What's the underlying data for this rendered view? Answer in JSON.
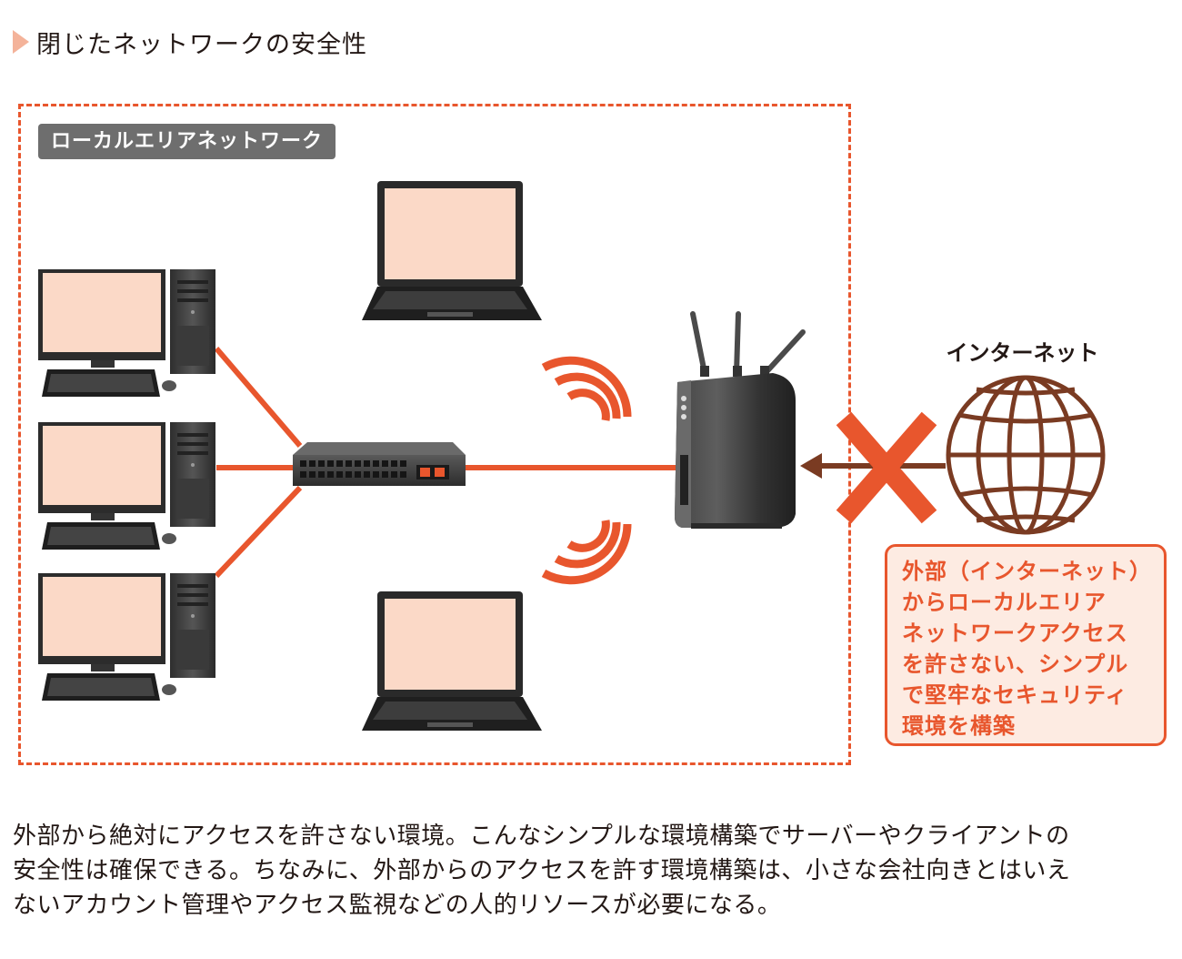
{
  "header": {
    "title": "閉じたネットワークの安全性"
  },
  "lan": {
    "label": "ローカルエリアネットワーク"
  },
  "internet": {
    "label": "インターネット"
  },
  "callout": {
    "lines": [
      "外部（インターネット）",
      "からローカルエリア",
      "ネットワークアクセス",
      "を許さない、シンプル",
      "で堅牢なセキュリティ",
      "環境を構築"
    ]
  },
  "body": {
    "lines": [
      "外部から絶対にアクセスを許さない環境。こんなシンプルな環境構築でサーバーやクライアントの",
      "安全性は確保できる。ちなみに、外部からのアクセスを許す環境構築は、小さな会社向きとはいえ",
      "ないアカウント管理やアクセス監視などの人的リソースが必要になる。"
    ]
  },
  "colors": {
    "accent": "#e8562d",
    "screen": "#fbd9c7",
    "globe": "#7a3b22",
    "device": "#3a3a3a",
    "label_bg": "#6e6e6e",
    "callout_bg": "#fdebe2",
    "marker": "#f4b39a"
  },
  "icons": [
    "triangle-marker-icon",
    "desktop-pc-icon",
    "laptop-icon",
    "switch-hub-icon",
    "wireless-router-icon",
    "wifi-waves-icon",
    "globe-icon",
    "cross-icon",
    "arrow-left-icon"
  ]
}
